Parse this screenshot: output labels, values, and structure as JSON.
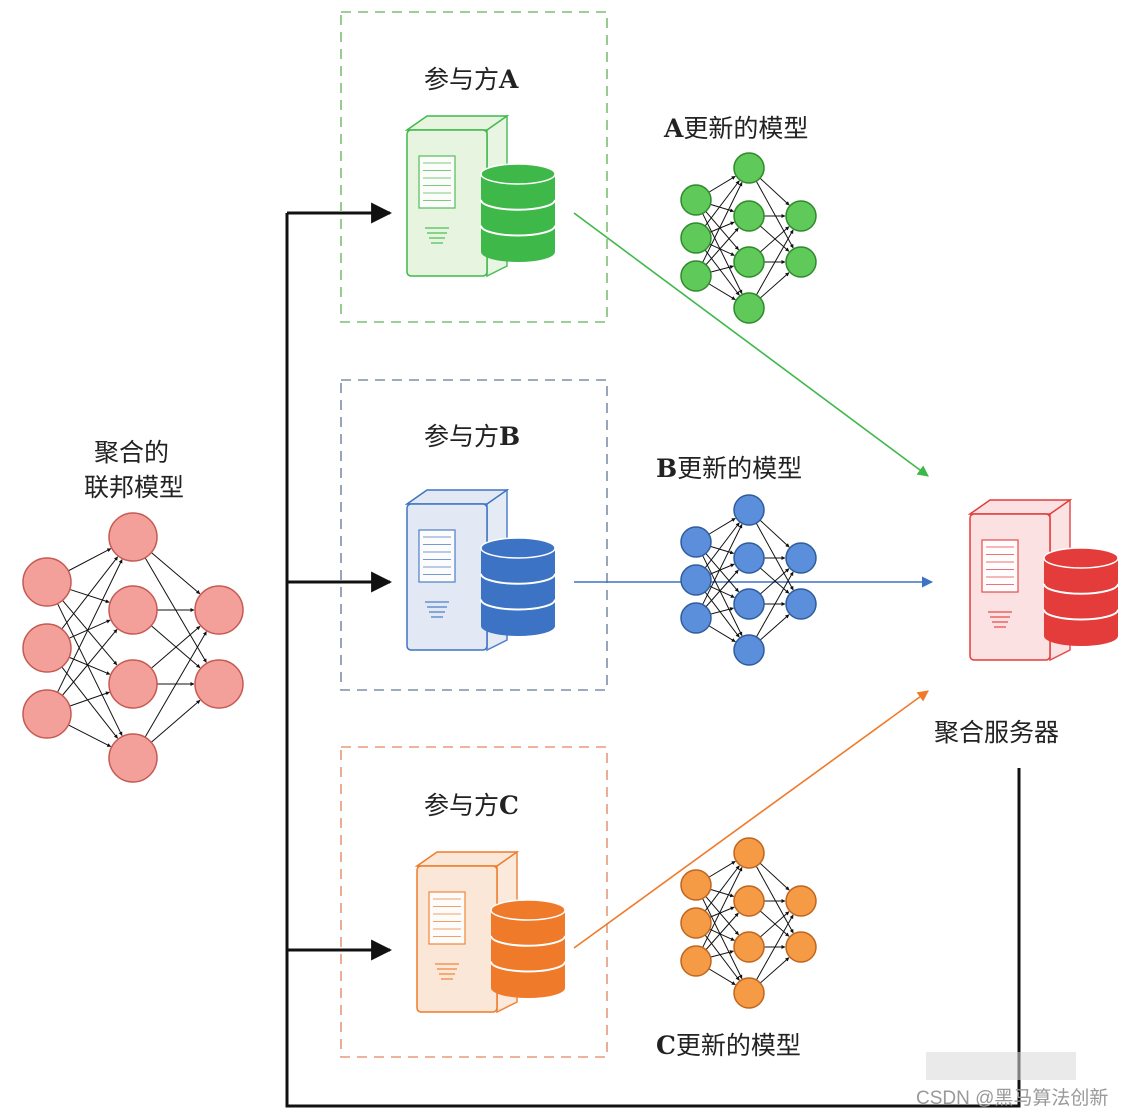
{
  "global_model": {
    "label_line1": "聚合的",
    "label_line2": "联邦模型",
    "color": "#f4a09a",
    "stroke": "#c55a52"
  },
  "server": {
    "label": "聚合服务器",
    "color": "#e43b3b"
  },
  "participants": [
    {
      "id": "a",
      "title": "参与方",
      "letter": "A",
      "model_letter": "A",
      "model_label": "更新的模型",
      "color": "#3fb84a",
      "light": "#e6f4e0",
      "node": "#5fc95a",
      "node_stroke": "#2e8a2a",
      "box": "#7cbf72"
    },
    {
      "id": "b",
      "title": "参与方",
      "letter": "B",
      "model_letter": "B",
      "model_label": "更新的模型",
      "color": "#3d73c4",
      "light": "#e3e9f4",
      "node": "#5b8fdb",
      "node_stroke": "#2f5c9c",
      "box": "#7d8fa6"
    },
    {
      "id": "c",
      "title": "参与方",
      "letter": "C",
      "model_letter": "C",
      "model_label": "更新的模型",
      "color": "#ef7a2a",
      "light": "#fbe7d8",
      "node": "#f59a45",
      "node_stroke": "#c0651e",
      "box": "#e89a78"
    }
  ],
  "watermark": {
    "text": "CSDN @黑马算法创新"
  }
}
